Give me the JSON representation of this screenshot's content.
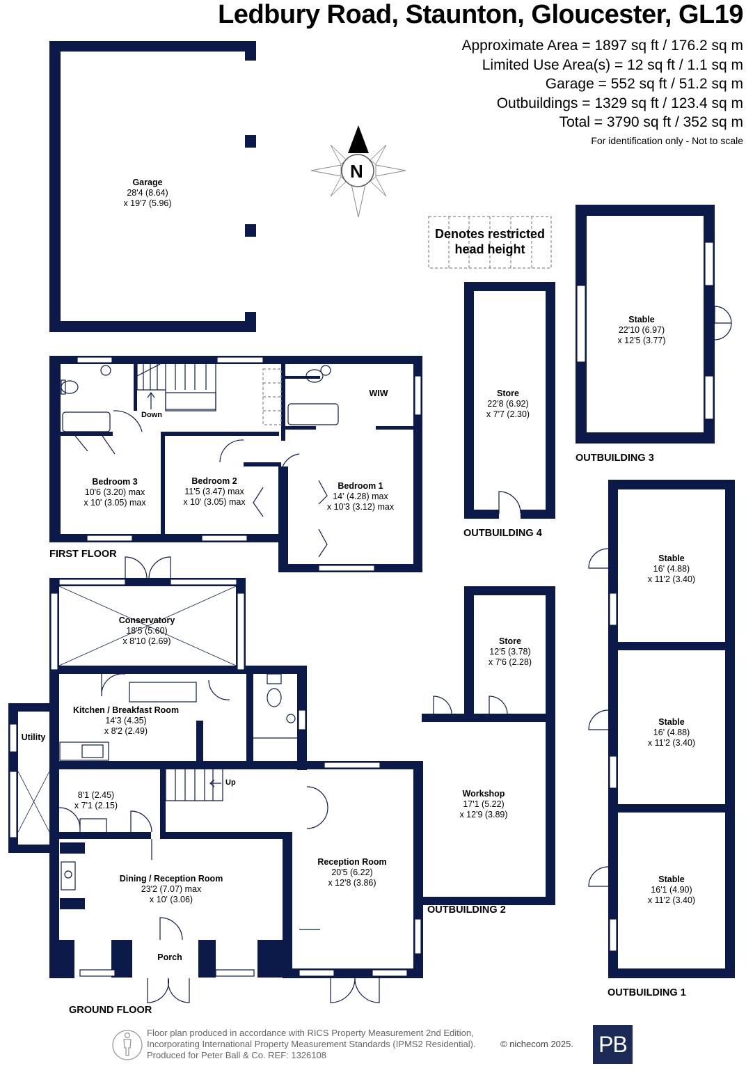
{
  "header": {
    "title": "Ledbury Road, Staunton, Gloucester, GL19",
    "areas": [
      "Approximate Area = 1897 sq ft / 176.2 sq m",
      "Limited Use Area(s) = 12 sq ft / 1.1 sq m",
      "Garage = 552 sq ft / 51.2 sq m",
      "Outbuildings = 1329 sq ft / 123.4 sq m",
      "Total = 3790 sq ft / 352 sq m"
    ],
    "note": "For identification only - Not to scale"
  },
  "compass": {
    "letter": "N"
  },
  "legend": {
    "line1": "Denotes restricted",
    "line2": "head height"
  },
  "colors": {
    "wall": "#0c1a4a",
    "brand": "#1b2a57"
  },
  "rooms": {
    "garage": {
      "name": "Garage",
      "dim1": "28'4 (8.64)",
      "dim2": "x 19'7 (5.96)"
    },
    "bedroom3": {
      "name": "Bedroom 3",
      "dim1": "10'6 (3.20) max",
      "dim2": "x 10' (3.05) max"
    },
    "bedroom2": {
      "name": "Bedroom 2",
      "dim1": "11'5 (3.47) max",
      "dim2": "x 10' (3.05) max"
    },
    "bedroom1": {
      "name": "Bedroom 1",
      "dim1": "14' (4.28) max",
      "dim2": "x 10'3 (3.12) max"
    },
    "wiw": {
      "name": "WIW"
    },
    "store4": {
      "name": "Store",
      "dim1": "22'8 (6.92)",
      "dim2": "x 7'7 (2.30)"
    },
    "stable3": {
      "name": "Stable",
      "dim1": "22'10 (6.97)",
      "dim2": "x 12'5 (3.77)"
    },
    "conservatory": {
      "name": "Conservatory",
      "dim1": "18'5 (5.60)",
      "dim2": "x 8'10 (2.69)"
    },
    "kitchen": {
      "name": "Kitchen / Breakfast Room",
      "dim1": "14'3 (4.35)",
      "dim2": "x 8'2 (2.49)"
    },
    "utility": {
      "name": "Utility"
    },
    "small": {
      "dim1": "8'1 (2.45)",
      "dim2": "x 7'1 (2.15)"
    },
    "dining": {
      "name": "Dining / Reception Room",
      "dim1": "23'2 (7.07) max",
      "dim2": "x 10' (3.06)"
    },
    "porch": {
      "name": "Porch"
    },
    "reception": {
      "name": "Reception Room",
      "dim1": "20'5 (6.22)",
      "dim2": "x 12'8 (3.86)"
    },
    "store2": {
      "name": "Store",
      "dim1": "12'5 (3.78)",
      "dim2": "x 7'6 (2.28)"
    },
    "workshop": {
      "name": "Workshop",
      "dim1": "17'1 (5.22)",
      "dim2": "x 12'9 (3.89)"
    },
    "stable1a": {
      "name": "Stable",
      "dim1": "16' (4.88)",
      "dim2": "x 11'2 (3.40)"
    },
    "stable1b": {
      "name": "Stable",
      "dim1": "16' (4.88)",
      "dim2": "x 11'2 (3.40)"
    },
    "stable1c": {
      "name": "Stable",
      "dim1": "16'1 (4.90)",
      "dim2": "x 11'2 (3.40)"
    }
  },
  "stairs": {
    "down": "Down",
    "up": "Up"
  },
  "floors": {
    "first": "FIRST FLOOR",
    "ground": "GROUND FLOOR",
    "out1": "OUTBUILDING 1",
    "out2": "OUTBUILDING 2",
    "out3": "OUTBUILDING 3",
    "out4": "OUTBUILDING 4"
  },
  "footer": {
    "line1": "Floor plan produced in accordance with RICS Property Measurement 2nd Edition,",
    "line2": "Incorporating International Property Measurement Standards (IPMS2 Residential).",
    "line3": "Produced for Peter Ball & Co.   REF: 1326108",
    "copyright": "© nichecom 2025.",
    "logo": "PB"
  }
}
